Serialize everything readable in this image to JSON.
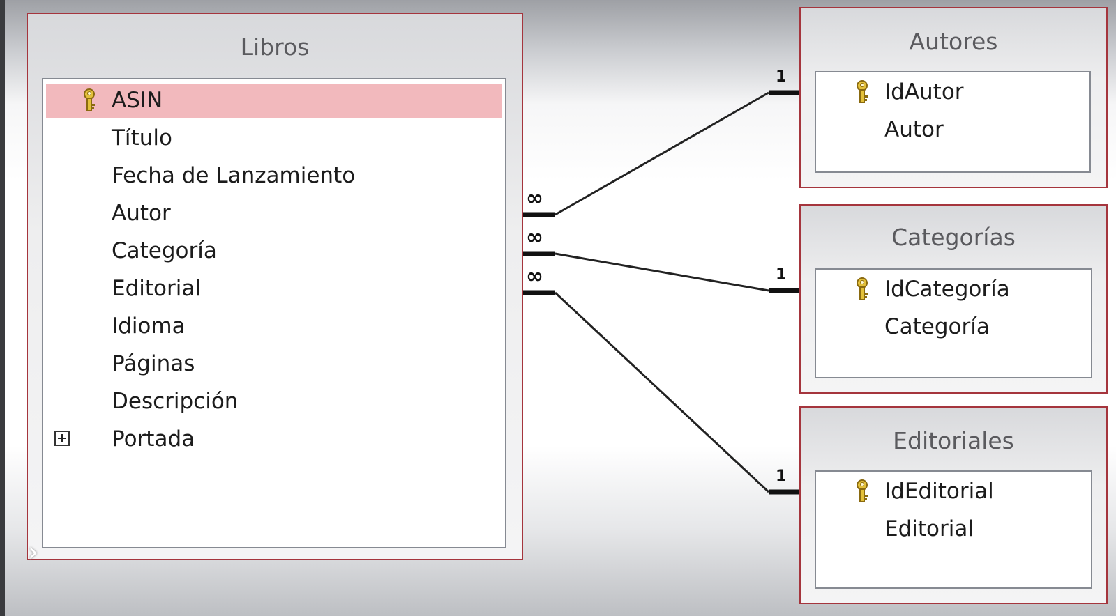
{
  "tables": {
    "libros": {
      "title": "Libros",
      "fields": [
        {
          "name": "ASIN",
          "primary_key": true,
          "selected": true
        },
        {
          "name": "Título"
        },
        {
          "name": "Fecha de Lanzamiento"
        },
        {
          "name": "Autor"
        },
        {
          "name": "Categoría"
        },
        {
          "name": "Editorial"
        },
        {
          "name": "Idioma"
        },
        {
          "name": "Páginas"
        },
        {
          "name": "Descripción"
        },
        {
          "name": "Portada",
          "expandable": true
        }
      ]
    },
    "autores": {
      "title": "Autores",
      "fields": [
        {
          "name": "IdAutor",
          "primary_key": true
        },
        {
          "name": "Autor"
        }
      ]
    },
    "categorias": {
      "title": "Categorías",
      "fields": [
        {
          "name": "IdCategoría",
          "primary_key": true
        },
        {
          "name": "Categoría"
        }
      ]
    },
    "editoriales": {
      "title": "Editoriales",
      "fields": [
        {
          "name": "IdEditorial",
          "primary_key": true
        },
        {
          "name": "Editorial"
        }
      ]
    }
  },
  "relationships": [
    {
      "from_table": "Libros",
      "from_field": "Autor",
      "from_cardinality": "∞",
      "to_table": "Autores",
      "to_field": "IdAutor",
      "to_cardinality": "1"
    },
    {
      "from_table": "Libros",
      "from_field": "Categoría",
      "from_cardinality": "∞",
      "to_table": "Categorías",
      "to_field": "IdCategoría",
      "to_cardinality": "1"
    },
    {
      "from_table": "Libros",
      "from_field": "Editorial",
      "from_cardinality": "∞",
      "to_table": "Editoriales",
      "to_field": "IdEditorial",
      "to_cardinality": "1"
    }
  ],
  "colors": {
    "window_border": "#a5353d",
    "selected_row": "#f2b9bd",
    "key_icon": "#d9b52c",
    "line": "#111111"
  },
  "icons": {
    "primary_key": "key-icon",
    "expand": "plus-box-icon",
    "panel_toggle": "chevron-right-icon"
  }
}
